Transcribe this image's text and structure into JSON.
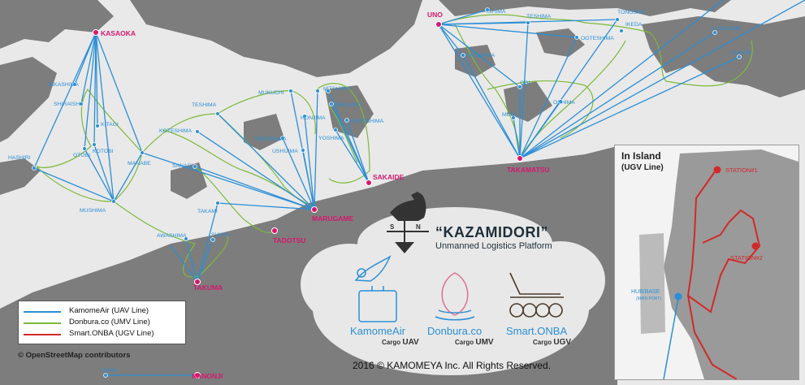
{
  "map": {
    "land_color": "#7d7d7d",
    "sea_color": "#e9e9e9",
    "cloud_color": "#f2f2f2"
  },
  "colors": {
    "uav": "#2b8fd6",
    "umv": "#7cba3c",
    "ugv": "#d12a2a",
    "hub": "#d6186e",
    "stop": "#2b8fd6"
  },
  "places": {
    "kasaoka": "KASAOKA",
    "uno": "UNO",
    "sakaide": "SAKAIDE",
    "takamatsu": "TAKAMATSU",
    "marugame": "MARUGAME",
    "tadotsu": "TADOTSU",
    "takuma": "TAKUMA",
    "kanonji": "KANONJI",
    "takashima": "TAKASHIMA",
    "shiraishi": "SHIRAISHI",
    "kitagi": "KITAGI",
    "hashiri": "HASHIRI",
    "otobi": "OTOBI",
    "kotobi": "KOTOBI",
    "manabe": "MANABE",
    "mushima": "MUSHIMA",
    "teshima_w": "TESHIMA",
    "koteshima": "KOTESHIMA",
    "sanagi": "SANAGI",
    "takami": "TAKAMI",
    "awashima": "AWASHIMA",
    "shishi": "SHISHI",
    "mukuchi": "MUKUCHI",
    "hiroshima": "HIROSHIMA",
    "ushijima": "USHIJIMA",
    "honjima": "HONJIMA",
    "hitsuishi": "HITSUISHI",
    "iwakuro": "IWAKURO",
    "koyoshima": "KOYOSHIMA",
    "yoshima": "YOSHIMA",
    "ibuki": "IBUKI",
    "ishima": "ISHIMA",
    "teshima_e": "TESHIMA",
    "tonosho": "TONOSHO",
    "ikeda": "IKEDA",
    "naoshima": "NAOSHIMA",
    "ooteshima": "OOTESHIMA",
    "ogi": "OGI",
    "megi": "MEGI",
    "oshima": "OSHIMA",
    "kusakabe": "KUSAKABE",
    "sakate": "SAKATE"
  },
  "inset": {
    "title": "In Island",
    "subtitle": "(UGV Line)",
    "station1": "STATION#1",
    "station2": "STATION#2",
    "hub": "HUB/BASE",
    "hub_sub": "(MAIN PORT)"
  },
  "legend": {
    "items": [
      {
        "label": "KamomeAir  (UAV Line)",
        "color": "#2b8fd6"
      },
      {
        "label": "Donbura.co  (UMV Line)",
        "color": "#7cba3c"
      },
      {
        "label": "Smart.ONBA (UGV Line)",
        "color": "#d12a2a"
      }
    ]
  },
  "attribution": "© OpenStreetMap contributors",
  "brand": {
    "title": "“KAZAMIDORI”",
    "subtitle": "Unmanned Logistics Platform",
    "compass_s": "S",
    "compass_n": "N"
  },
  "services": [
    {
      "name": "KamomeAir",
      "cargo": "Cargo",
      "type": "UAV",
      "color": "#2b8fd6"
    },
    {
      "name": "Donbura.co",
      "cargo": "Cargo",
      "type": "UMV",
      "color": "#2b8fd6"
    },
    {
      "name": "Smart.ONBA",
      "cargo": "Cargo",
      "type": "UGV",
      "color": "#2b8fd6"
    }
  ],
  "copyright": "2016 © KAMOMEYA Inc. All Rights Reserved."
}
